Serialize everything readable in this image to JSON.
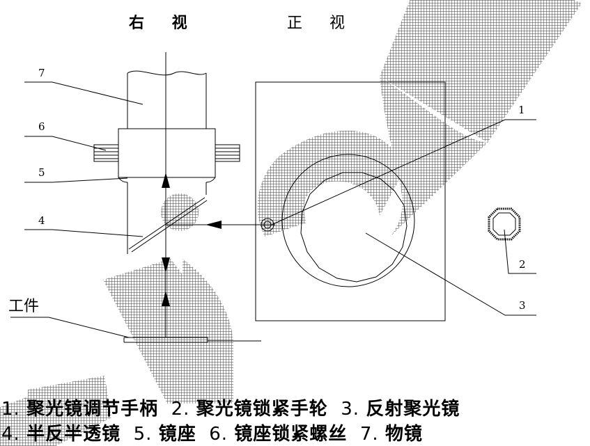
{
  "views": {
    "right": "右 视",
    "front": "正 视"
  },
  "callouts": [
    "7",
    "6",
    "5",
    "4",
    "1",
    "2",
    "3"
  ],
  "workpiece_label": "工件",
  "legend": {
    "line1": [
      {
        "num": "1.",
        "text": "聚光镜调节手柄"
      },
      {
        "num": "2.",
        "text": "聚光镜锁紧手轮"
      },
      {
        "num": "3.",
        "text": "反射聚光镜"
      }
    ],
    "line2": [
      {
        "num": "4.",
        "text": "半反半透镜"
      },
      {
        "num": "5.",
        "text": "镜座"
      },
      {
        "num": "6.",
        "text": "镜座锁紧螺丝"
      },
      {
        "num": "7.",
        "text": "物镜"
      }
    ]
  },
  "colors": {
    "line": "#000000",
    "watermark": "#555555"
  }
}
